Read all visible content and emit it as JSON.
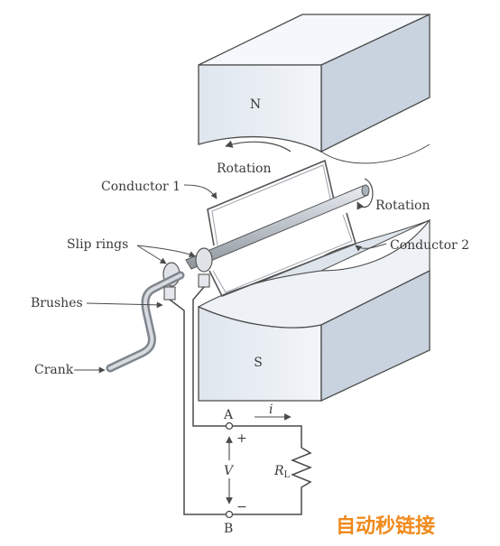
{
  "labels": {
    "north_pole": "N",
    "south_pole": "S",
    "rotation_top": "Rotation",
    "rotation_right": "Rotation",
    "conductor_1": "Conductor 1",
    "conductor_2": "Conductor 2",
    "slip_rings": "Slip rings",
    "brushes": "Brushes",
    "crank": "Crank",
    "terminal_a": "A",
    "terminal_b": "B",
    "current": "i",
    "voltage": "V",
    "plus": "+",
    "minus": "−",
    "load_resistor_r": "R",
    "load_resistor_sub": "L"
  },
  "watermark": {
    "text": "自动秒链接",
    "color": "#f08a1c"
  },
  "colors": {
    "magnet_front": "#e8eef5",
    "magnet_top": "#f4f7fb",
    "magnet_side": "#c9d3df",
    "outline": "#4a4a4a",
    "shaft": "#c6ccd3"
  }
}
